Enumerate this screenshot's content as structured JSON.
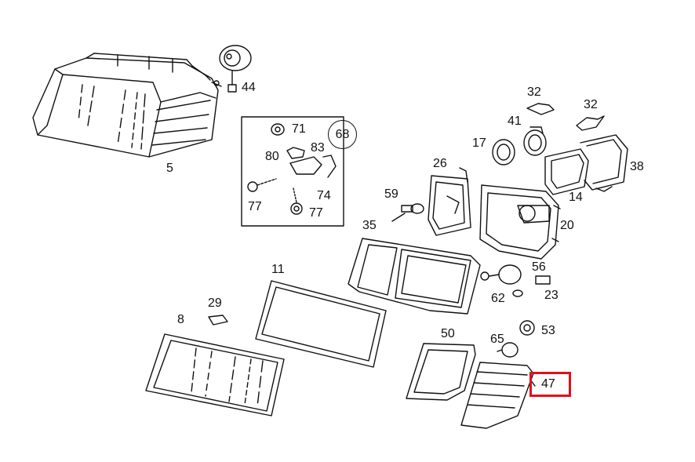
{
  "diagram": {
    "callouts": {
      "p5": "5",
      "p44": "44",
      "p71": "71",
      "p68": "68",
      "p80": "80",
      "p83": "83",
      "p77a": "77",
      "p74": "74",
      "p77b": "77",
      "p32a": "32",
      "p32b": "32",
      "p41": "41",
      "p17": "17",
      "p38": "38",
      "p14": "14",
      "p26": "26",
      "p59": "59",
      "p20": "20",
      "p35": "35",
      "p56": "56",
      "p62": "62",
      "p23": "23",
      "p11": "11",
      "p29": "29",
      "p8": "8",
      "p53": "53",
      "p65": "65",
      "p50": "50",
      "p47": "47"
    },
    "highlighted_part": "47",
    "colors": {
      "line": "#111111",
      "highlight": "#e0101a",
      "background": "#ffffff"
    }
  }
}
